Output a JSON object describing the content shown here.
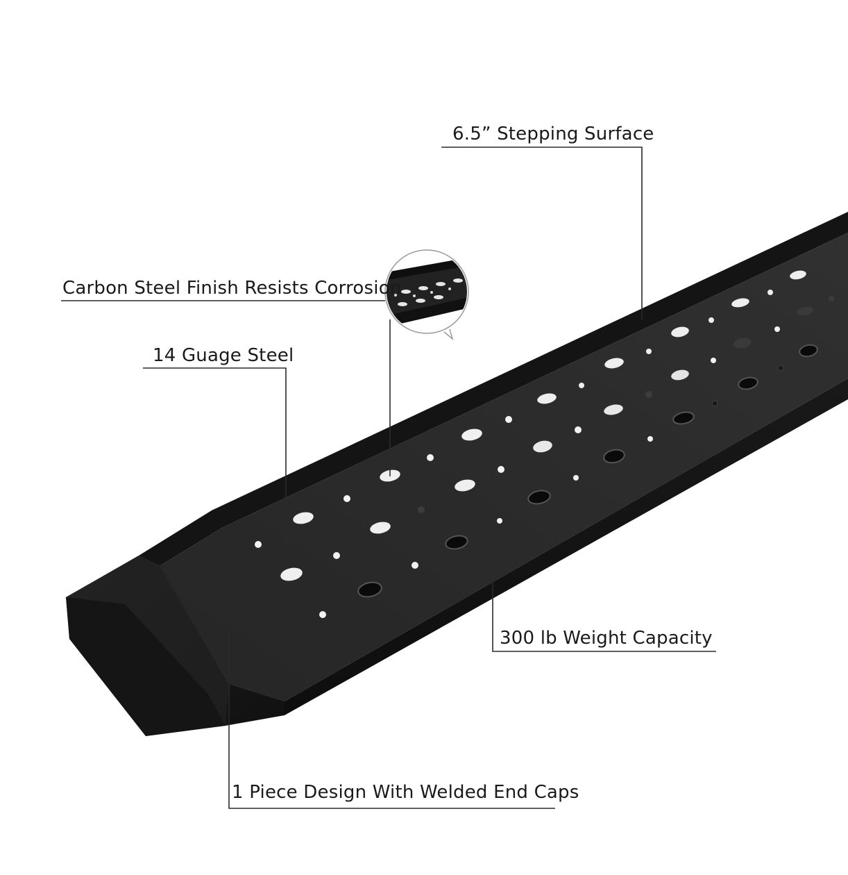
{
  "callouts": {
    "stepping_surface": "6.5” Stepping Surface",
    "finish": "Carbon Steel Finish Resists Corrosion",
    "gauge": "14 Guage Steel",
    "weight": "300 lb Weight Capacity",
    "design": "1 Piece Design With Welded End Caps"
  },
  "colors": {
    "background": "#ffffff",
    "board": "#1d1d1d",
    "board_top": "#2b2b2b",
    "board_edge": "#0c0c0c",
    "leader_line": "#2a2a2a",
    "text": "#1a1a1a"
  }
}
